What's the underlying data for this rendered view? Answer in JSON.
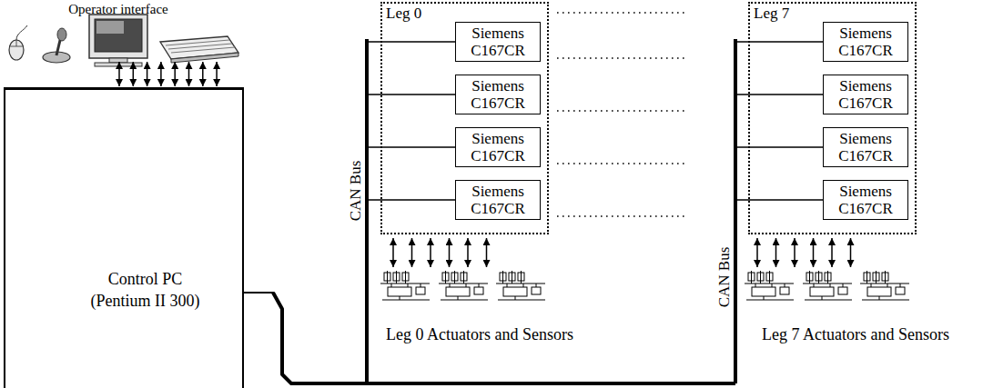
{
  "diagram": {
    "nodes": [
      {
        "text": [
          "Control PC (Pentium II 300)"
        ]
      },
      {
        "text": [
          "Leg 0"
        ]
      },
      {
        "text": [
          "Siemens C167CR"
        ],
        "in": 1
      },
      {
        "text": [
          "Siemens C167CR"
        ],
        "in": 1
      },
      {
        "text": [
          "Siemens C167CR"
        ],
        "in": 1
      },
      {
        "text": [
          "Siemens C167CR"
        ],
        "in": 1
      },
      {
        "text": [
          "Leg 7"
        ]
      },
      {
        "text": [
          "Siemens C167CR"
        ],
        "in": 6
      },
      {
        "text": [
          "Siemens C167CR"
        ],
        "in": 6
      },
      {
        "text": [
          "Siemens C167CR"
        ],
        "in": 6
      },
      {
        "text": [
          "Siemens C167CR"
        ],
        "in": 6
      }
    ],
    "edges": [
      {
        "from": 0,
        "to": 2,
        "arrow": "none"
      },
      {
        "from": 0,
        "to": 3,
        "arrow": "none"
      },
      {
        "from": 0,
        "to": 4,
        "arrow": "none"
      },
      {
        "from": 0,
        "to": 5,
        "arrow": "none"
      },
      {
        "from": 0,
        "to": 7,
        "arrow": "none"
      },
      {
        "from": 0,
        "to": 8,
        "arrow": "none"
      },
      {
        "from": 0,
        "to": 9,
        "arrow": "none"
      },
      {
        "from": 0,
        "to": 10,
        "arrow": "none"
      }
    ],
    "labels": [
      "Operator interface",
      "CAN Bus",
      "Leg 0 Actuators and Sensors",
      "CAN Bus",
      "Leg 7 Actuators and Sensors"
    ]
  }
}
